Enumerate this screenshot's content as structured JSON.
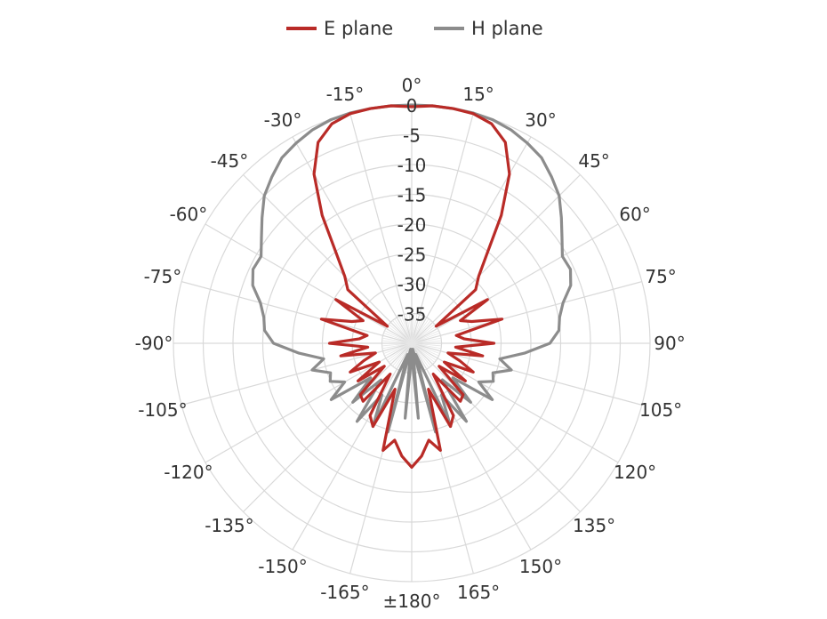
{
  "chart_data": {
    "type": "polar-line",
    "title": "",
    "angle_unit": "°",
    "angle_direction": "clockwise",
    "zero_angle_at": "top",
    "radial_axis": {
      "min": -40,
      "max": 0,
      "ticks": [
        0,
        -5,
        -10,
        -15,
        -20,
        -25,
        -30,
        -35
      ],
      "grid": true
    },
    "angle_ticks": [
      {
        "deg": 0,
        "label": "0°"
      },
      {
        "deg": 15,
        "label": "15°"
      },
      {
        "deg": 30,
        "label": "30°"
      },
      {
        "deg": 45,
        "label": "45°"
      },
      {
        "deg": 60,
        "label": "60°"
      },
      {
        "deg": 75,
        "label": "75°"
      },
      {
        "deg": 90,
        "label": "90°"
      },
      {
        "deg": 105,
        "label": "105°"
      },
      {
        "deg": 120,
        "label": "120°"
      },
      {
        "deg": 135,
        "label": "135°"
      },
      {
        "deg": 150,
        "label": "150°"
      },
      {
        "deg": 165,
        "label": "165°"
      },
      {
        "deg": 180,
        "label": "±180°"
      },
      {
        "deg": -165,
        "label": "-165°"
      },
      {
        "deg": -150,
        "label": "-150°"
      },
      {
        "deg": -135,
        "label": "-135°"
      },
      {
        "deg": -120,
        "label": "-120°"
      },
      {
        "deg": -105,
        "label": "-105°"
      },
      {
        "deg": -90,
        "label": "-90°"
      },
      {
        "deg": -75,
        "label": "-75°"
      },
      {
        "deg": -60,
        "label": "-60°"
      },
      {
        "deg": -45,
        "label": "-45°"
      },
      {
        "deg": -30,
        "label": "-30°"
      },
      {
        "deg": -15,
        "label": "-15°"
      }
    ],
    "legend_position": "top-center",
    "series": [
      {
        "name": "E plane",
        "color": "#b92b27",
        "points": [
          [
            -180,
            -19.2
          ],
          [
            -175,
            -21.0
          ],
          [
            -170,
            -23.5
          ],
          [
            -165,
            -21.4
          ],
          [
            -160,
            -31.8
          ],
          [
            -155,
            -24.6
          ],
          [
            -150,
            -26.0
          ],
          [
            -145,
            -33.7
          ],
          [
            -140,
            -27.3
          ],
          [
            -135,
            -27.8
          ],
          [
            -130,
            -34.0
          ],
          [
            -125,
            -29.0
          ],
          [
            -120,
            -33.7
          ],
          [
            -115,
            -28.6
          ],
          [
            -110,
            -31.4
          ],
          [
            -105,
            -33.7
          ],
          [
            -100,
            -27.9
          ],
          [
            -95,
            -32.6
          ],
          [
            -90,
            -26.2
          ],
          [
            -85,
            -31.2
          ],
          [
            -80,
            -32.4
          ],
          [
            -75,
            -24.3
          ],
          [
            -70,
            -29.3
          ],
          [
            -65,
            -31.0
          ],
          [
            -60,
            -25.3
          ],
          [
            -55,
            -35.0
          ],
          [
            -50,
            -26.0
          ],
          [
            -45,
            -24.1
          ],
          [
            -40,
            -20.3
          ],
          [
            -35,
            -13.8
          ],
          [
            -30,
            -7.2
          ],
          [
            -25,
            -2.8
          ],
          [
            -20,
            -0.8
          ],
          [
            -15,
            -0.1
          ],
          [
            -10,
            0.0
          ],
          [
            -5,
            0.0
          ],
          [
            0,
            -0.3
          ],
          [
            5,
            0.0
          ],
          [
            10,
            0.0
          ],
          [
            15,
            -0.1
          ],
          [
            20,
            -0.8
          ],
          [
            25,
            -2.8
          ],
          [
            30,
            -7.2
          ],
          [
            35,
            -13.8
          ],
          [
            40,
            -20.3
          ],
          [
            45,
            -24.1
          ],
          [
            50,
            -26.0
          ],
          [
            55,
            -35.0
          ],
          [
            60,
            -25.3
          ],
          [
            65,
            -31.0
          ],
          [
            70,
            -29.3
          ],
          [
            75,
            -24.3
          ],
          [
            80,
            -32.4
          ],
          [
            85,
            -31.2
          ],
          [
            90,
            -26.2
          ],
          [
            95,
            -32.6
          ],
          [
            100,
            -27.9
          ],
          [
            105,
            -33.7
          ],
          [
            110,
            -31.4
          ],
          [
            115,
            -28.6
          ],
          [
            120,
            -33.7
          ],
          [
            125,
            -29.0
          ],
          [
            130,
            -34.0
          ],
          [
            135,
            -27.8
          ],
          [
            140,
            -27.3
          ],
          [
            145,
            -33.7
          ],
          [
            150,
            -26.0
          ],
          [
            155,
            -24.6
          ],
          [
            160,
            -31.8
          ],
          [
            165,
            -21.4
          ],
          [
            170,
            -23.5
          ],
          [
            175,
            -21.0
          ]
        ]
      },
      {
        "name": "H plane",
        "color": "#8c8c8c",
        "points": [
          [
            -180,
            -38.0
          ],
          [
            -175,
            -27.4
          ],
          [
            -170,
            -39.0
          ],
          [
            -165,
            -24.6
          ],
          [
            -160,
            -38.0
          ],
          [
            -155,
            -24.6
          ],
          [
            -150,
            -30.0
          ],
          [
            -145,
            -24.0
          ],
          [
            -140,
            -32.0
          ],
          [
            -135,
            -26.0
          ],
          [
            -130,
            -31.0
          ],
          [
            -125,
            -23.5
          ],
          [
            -120,
            -27.0
          ],
          [
            -115,
            -24.9
          ],
          [
            -110,
            -25.5
          ],
          [
            -105,
            -22.7
          ],
          [
            -100,
            -25.0
          ],
          [
            -95,
            -21.0
          ],
          [
            -90,
            -16.8
          ],
          [
            -85,
            -15.2
          ],
          [
            -80,
            -14.8
          ],
          [
            -75,
            -13.7
          ],
          [
            -70,
            -11.6
          ],
          [
            -65,
            -10.6
          ],
          [
            -60,
            -10.8
          ],
          [
            -55,
            -9.2
          ],
          [
            -50,
            -7.2
          ],
          [
            -45,
            -5.0
          ],
          [
            -40,
            -3.5
          ],
          [
            -35,
            -2.0
          ],
          [
            -30,
            -1.2
          ],
          [
            -25,
            -0.5
          ],
          [
            -20,
            -0.1
          ],
          [
            -15,
            0.0
          ],
          [
            -10,
            0.0
          ],
          [
            -5,
            0.0
          ],
          [
            0,
            0.0
          ],
          [
            5,
            0.0
          ],
          [
            10,
            0.0
          ],
          [
            15,
            0.0
          ],
          [
            20,
            -0.1
          ],
          [
            25,
            -0.5
          ],
          [
            30,
            -1.2
          ],
          [
            35,
            -2.0
          ],
          [
            40,
            -3.5
          ],
          [
            45,
            -5.0
          ],
          [
            50,
            -7.2
          ],
          [
            55,
            -9.2
          ],
          [
            60,
            -10.8
          ],
          [
            65,
            -10.6
          ],
          [
            70,
            -11.6
          ],
          [
            75,
            -13.7
          ],
          [
            80,
            -14.8
          ],
          [
            85,
            -15.2
          ],
          [
            90,
            -16.8
          ],
          [
            95,
            -21.0
          ],
          [
            100,
            -25.0
          ],
          [
            105,
            -22.7
          ],
          [
            110,
            -25.5
          ],
          [
            115,
            -24.9
          ],
          [
            120,
            -27.0
          ],
          [
            125,
            -23.5
          ],
          [
            130,
            -31.0
          ],
          [
            135,
            -26.0
          ],
          [
            140,
            -32.0
          ],
          [
            145,
            -24.0
          ],
          [
            150,
            -30.0
          ],
          [
            155,
            -24.6
          ],
          [
            160,
            -38.0
          ],
          [
            165,
            -24.6
          ],
          [
            170,
            -39.0
          ],
          [
            175,
            -27.4
          ]
        ]
      }
    ]
  }
}
